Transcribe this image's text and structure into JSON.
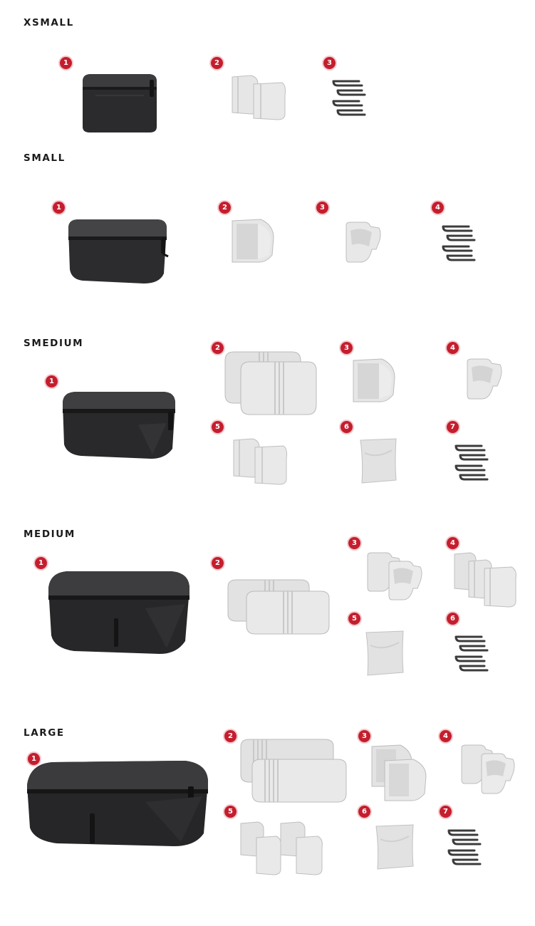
{
  "sections": [
    {
      "title": "XSMALL",
      "items": [
        {
          "number": "1",
          "component": "packing-cube"
        },
        {
          "number": "2",
          "component": "divider-pair"
        },
        {
          "number": "3",
          "component": "clips"
        }
      ]
    },
    {
      "title": "SMALL",
      "items": [
        {
          "number": "1",
          "component": "packing-cube"
        },
        {
          "number": "2",
          "component": "divider"
        },
        {
          "number": "3",
          "component": "shelf-divider"
        },
        {
          "number": "4",
          "component": "clips"
        }
      ]
    },
    {
      "title": "SMEDIUM",
      "items": [
        {
          "number": "1",
          "component": "packing-cube"
        },
        {
          "number": "2",
          "component": "long-divider-pair"
        },
        {
          "number": "3",
          "component": "divider"
        },
        {
          "number": "4",
          "component": "shelf-divider"
        },
        {
          "number": "5",
          "component": "divider-pair"
        },
        {
          "number": "6",
          "component": "pouch"
        },
        {
          "number": "7",
          "component": "clips"
        }
      ]
    },
    {
      "title": "MEDIUM",
      "items": [
        {
          "number": "1",
          "component": "packing-cube"
        },
        {
          "number": "2",
          "component": "long-divider-pair"
        },
        {
          "number": "3",
          "component": "shelf-divider-pair"
        },
        {
          "number": "4",
          "component": "divider-triple"
        },
        {
          "number": "5",
          "component": "pouch"
        },
        {
          "number": "6",
          "component": "clips"
        }
      ]
    },
    {
      "title": "LARGE",
      "items": [
        {
          "number": "1",
          "component": "packing-cube"
        },
        {
          "number": "2",
          "component": "long-divider-pair"
        },
        {
          "number": "3",
          "component": "divider-pair"
        },
        {
          "number": "4",
          "component": "shelf-divider-pair"
        },
        {
          "number": "5",
          "component": "divider-quad"
        },
        {
          "number": "6",
          "component": "pouch"
        },
        {
          "number": "7",
          "component": "clips"
        }
      ]
    }
  ],
  "colors": {
    "badge": "#c41e2e",
    "badge_ring": "#f2c9cd",
    "bag_body": "#2b2b2d",
    "bag_top": "#3a3a3d",
    "divider_light": "#e4e4e4",
    "divider_shade": "#c9c9c9",
    "clip": "#3b3b3b"
  }
}
